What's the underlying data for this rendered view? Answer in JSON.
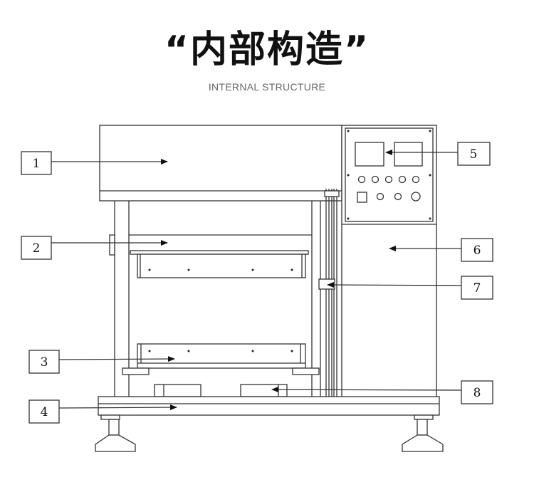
{
  "header": {
    "title": "“内部构造”",
    "subtitle": "INTERNAL STRUCTURE"
  },
  "diagram": {
    "callouts": [
      "1",
      "2",
      "3",
      "4",
      "5",
      "6",
      "7",
      "8"
    ],
    "line_color": "#333333"
  }
}
